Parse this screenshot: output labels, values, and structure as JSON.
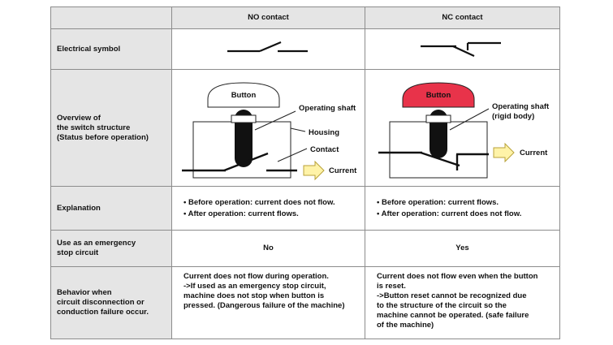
{
  "header": {
    "col_no": "NO contact",
    "col_nc": "NC contact"
  },
  "rows": {
    "symbol": {
      "label": "Electrical symbol"
    },
    "overview": {
      "label_line1": "Overview of",
      "label_line2": "the switch structure",
      "label_line3": "(Status before operation)",
      "no": {
        "button": "Button",
        "operating_shaft": "Operating shaft",
        "housing": "Housing",
        "contact": "Contact",
        "current": "Current"
      },
      "nc": {
        "button": "Button",
        "operating_shaft": "Operating shaft",
        "rigid_body": "(rigid body)",
        "current": "Current"
      }
    },
    "explanation": {
      "label": "Explanation",
      "no": [
        "• Before operation: current does not flow.",
        "• After operation: current flows."
      ],
      "nc": [
        "• Before operation: current flows.",
        "• After operation: current does not flow."
      ]
    },
    "emergency": {
      "label_line1": "Use as an emergency",
      "label_line2": "stop circuit",
      "no": "No",
      "nc": "Yes"
    },
    "behavior": {
      "label_line1": "Behavior when",
      "label_line2": "circuit disconnection or",
      "label_line3": "conduction failure occur.",
      "no": "Current does not flow during operation.\n->If used as an emergency stop circuit,\nmachine does not stop when button is\npressed. (Dangerous failure of the machine)",
      "nc": "Current does not flow even when the button\nis reset.\n->Button reset cannot be recognized due\nto the structure of the circuit so the\nmachine cannot be operated. (safe failure\nof the machine)"
    }
  },
  "colors": {
    "header_bg": "#e5e5e5",
    "border": "#8c8c8c",
    "nc_button_fill": "#e8334a",
    "arrow_fill": "#fff3a8",
    "arrow_stroke": "#b8a23a"
  }
}
